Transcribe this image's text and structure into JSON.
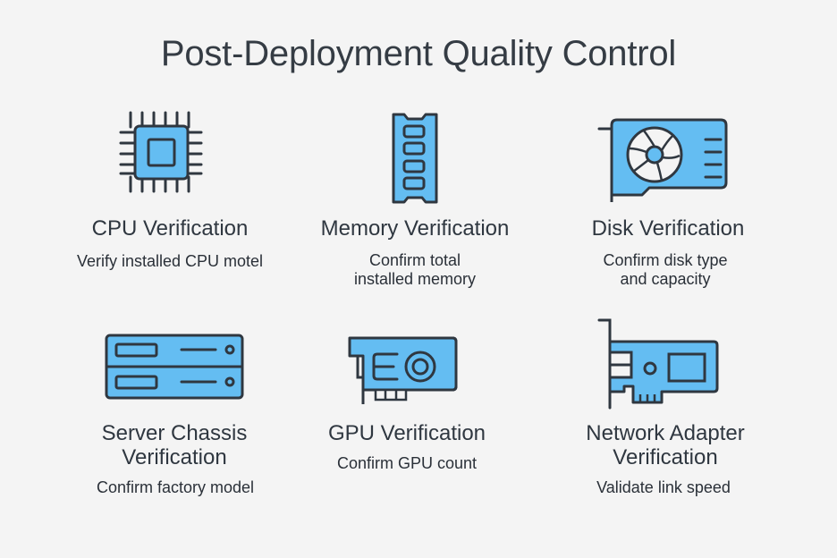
{
  "title": "Post-Deployment Quality Control",
  "colors": {
    "background": "#f4f4f4",
    "icon_fill": "#64bdf2",
    "icon_stroke": "#2f3740",
    "text": "#2f3740"
  },
  "cards": [
    {
      "icon": "cpu-chip-icon",
      "title": "CPU Verification",
      "description_lines": [
        "Verify installed CPU motel"
      ]
    },
    {
      "icon": "memory-module-icon",
      "title": "Memory Verification",
      "description_lines": [
        "Confirm total",
        "installed memory"
      ]
    },
    {
      "icon": "disk-card-icon",
      "title": "Disk Verification",
      "description_lines": [
        "Confirm disk type",
        "and capacity"
      ]
    },
    {
      "icon": "server-chassis-icon",
      "title_lines": [
        "Server Chassis",
        "Verification"
      ],
      "description_lines": [
        "Confirm factory model"
      ]
    },
    {
      "icon": "gpu-card-icon",
      "title": "GPU Verification",
      "description_lines": [
        "Confirm GPU count"
      ]
    },
    {
      "icon": "network-adapter-icon",
      "title_lines": [
        "Network Adapter",
        "Verification"
      ],
      "description_lines": [
        "Validate link speed"
      ]
    }
  ]
}
